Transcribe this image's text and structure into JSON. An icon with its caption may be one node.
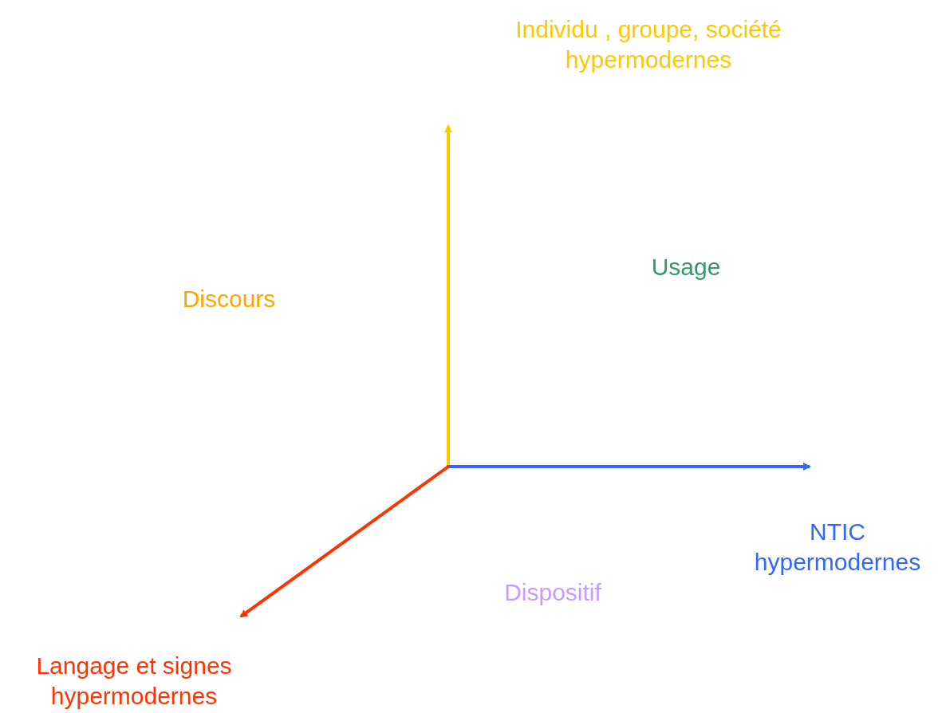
{
  "diagram": {
    "labels": [
      "Individu , groupe, société hypermodernes",
      "Usage",
      "Discours",
      "NTIC hypermodernes",
      "Dispositif",
      "Langage et signes hypermodernes"
    ]
  }
}
